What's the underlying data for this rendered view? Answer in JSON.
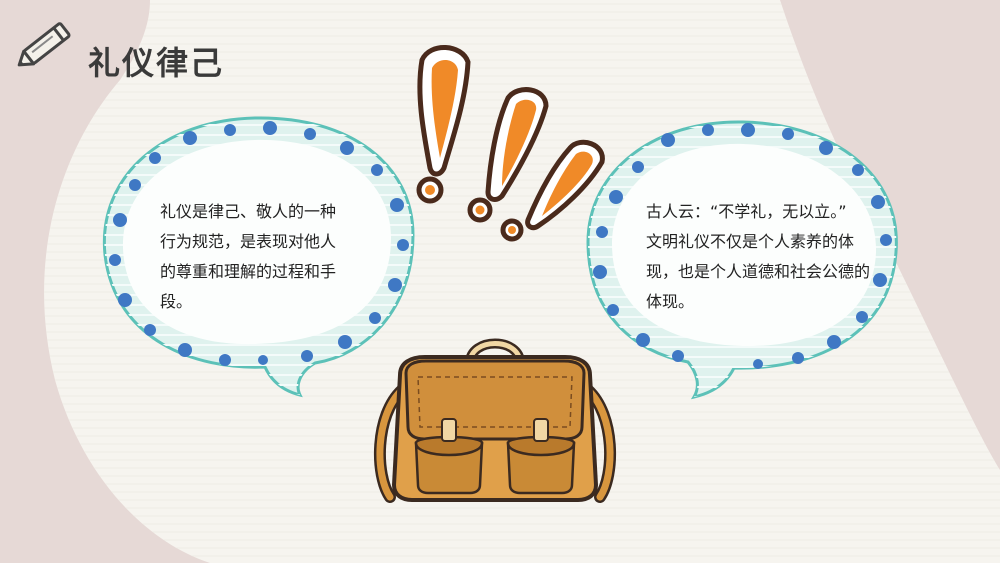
{
  "slide": {
    "title": "礼仪律己",
    "left_bubble": {
      "text": "礼仪是律己、敬人的一种行为规范，是表现对他人的尊重和理解的过程和手段。"
    },
    "right_bubble": {
      "line1": "古人云：“不学礼，无以立。”",
      "line2": "文明礼仪不仅是个人素养的体现，也是个人道德和社会公德的体现。"
    }
  },
  "colors": {
    "background_outer": "#e6d9d6",
    "background_paper": "#f6f4ef",
    "bubble_fill": "#dff2ee",
    "bubble_border": "#5cc1b8",
    "bubble_dots": "#3f78c4",
    "exclaim_orange": "#f08a28",
    "exclaim_outline": "#4a2a1c",
    "bag_main": "#e0a04a",
    "bag_dark": "#c98a36",
    "title_text": "#3a3a3a"
  },
  "icons": [
    "pencil-icon",
    "exclamation-marks-illustration",
    "school-bag-illustration"
  ]
}
